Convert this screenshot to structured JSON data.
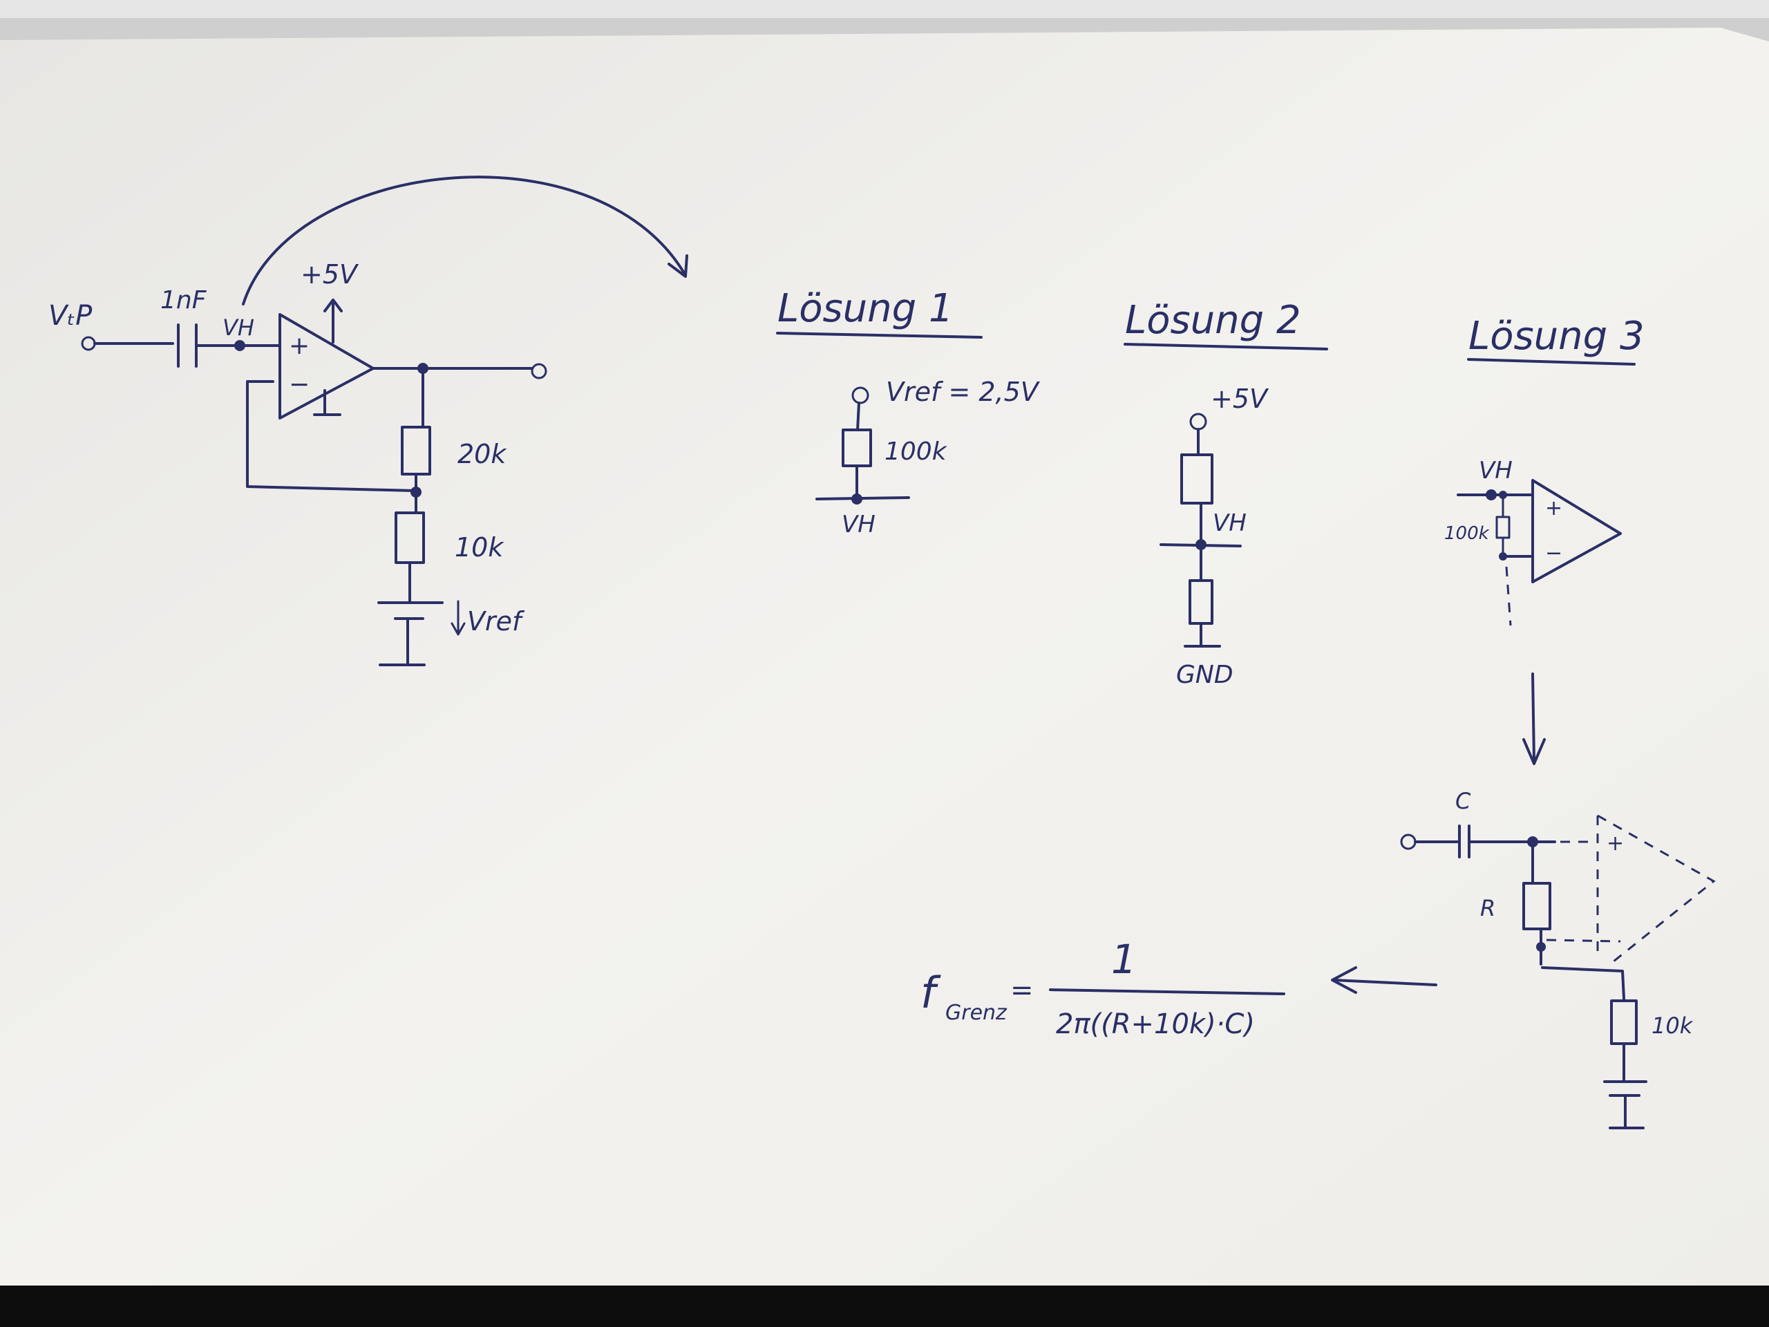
{
  "main_circuit": {
    "input_label": "VₜP",
    "capacitor_label": "1nF",
    "node_label": "VH",
    "supply_label": "+5V",
    "r_top_label": "20k",
    "r_bottom_label": "10k",
    "vref_label": "Vref"
  },
  "solution1": {
    "title": "Lösung 1",
    "vref_label": "Vref = 2,5V",
    "r_label": "100k",
    "node_label": "VH"
  },
  "solution2": {
    "title": "Lösung 2",
    "supply_label": "+5V",
    "node_label": "VH",
    "gnd_label": "GND"
  },
  "solution3": {
    "title": "Lösung 3",
    "node_label": "VH",
    "r_label": "100k",
    "cap_label": "C",
    "r2_label": "R",
    "r3_label": "10k"
  },
  "formula": {
    "lhs_main": "f",
    "lhs_sub": "Grenz",
    "numerator": "1",
    "denominator": "2π((R+10k)·C)"
  },
  "colors": {
    "paper": "#f2f1ee",
    "ink": "#2a2f66"
  }
}
